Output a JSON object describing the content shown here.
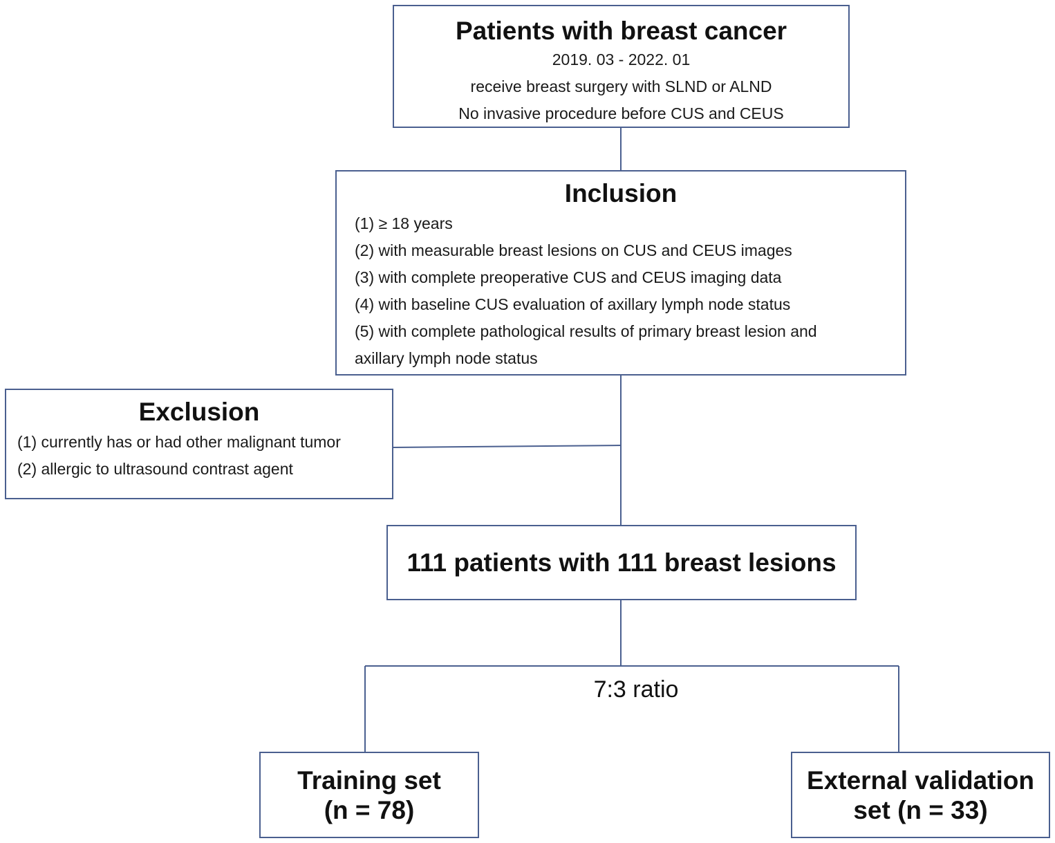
{
  "patients_box": {
    "title": "Patients with breast cancer",
    "lines": [
      "2019. 03 - 2022. 01",
      "receive breast surgery with SLND or ALND",
      "No invasive procedure before CUS and CEUS"
    ]
  },
  "inclusion_box": {
    "title": "Inclusion",
    "lines": [
      "(1) ≥ 18 years",
      "(2) with measurable breast lesions on CUS and CEUS images",
      "(3) with complete preoperative CUS and CEUS imaging data",
      "(4) with baseline CUS evaluation of axillary lymph node status",
      "(5) with complete pathological results of primary breast lesion and",
      "axillary lymph node status"
    ]
  },
  "exclusion_box": {
    "title": "Exclusion",
    "lines": [
      "(1) currently has or had other malignant tumor",
      "(2) allergic to ultrasound contrast agent"
    ]
  },
  "cohort_box": {
    "title": "111 patients with 111 breast lesions"
  },
  "split": {
    "ratio_label": "7:3 ratio"
  },
  "training_box": {
    "line1": "Training set",
    "line2": "(n = 78)"
  },
  "validation_box": {
    "line1": "External validation",
    "line2": "set (n = 33)"
  },
  "colors": {
    "box_border": "#4a5f8f",
    "connector": "#4a5f8f",
    "text": "#111111"
  }
}
